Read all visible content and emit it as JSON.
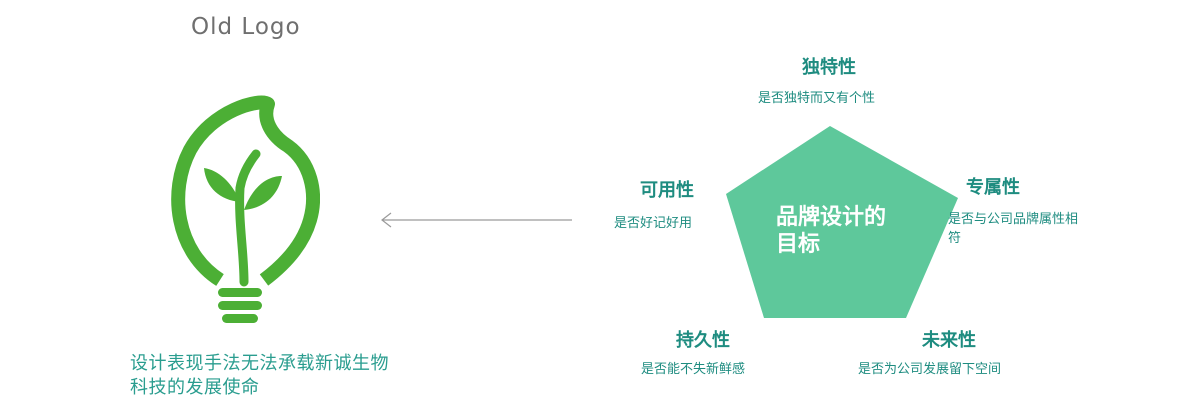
{
  "old_logo": {
    "title": "Old Logo",
    "caption": "设计表现手法无法承载新诚生物科技的发展使命"
  },
  "diagram": {
    "center": "品牌设计的目标",
    "attributes": [
      {
        "id": "uniqueness",
        "title": "独特性",
        "desc": "是否独特而又有个性"
      },
      {
        "id": "usability",
        "title": "可用性",
        "desc": "是否好记好用"
      },
      {
        "id": "exclusivity",
        "title": "专属性",
        "desc": "是否与公司品牌属性相符"
      },
      {
        "id": "durability",
        "title": "持久性",
        "desc": "是否能不失新鲜感"
      },
      {
        "id": "future",
        "title": "未来性",
        "desc": "是否为公司发展留下空间"
      }
    ]
  },
  "colors": {
    "logo_green": "#4caf35",
    "teal_text": "#1e8c80",
    "caption_teal": "#2a9d8f",
    "pentagon_fill": "#5ec89b",
    "arrow_gray": "#9a9a9a",
    "title_gray": "#6f6f6f"
  }
}
